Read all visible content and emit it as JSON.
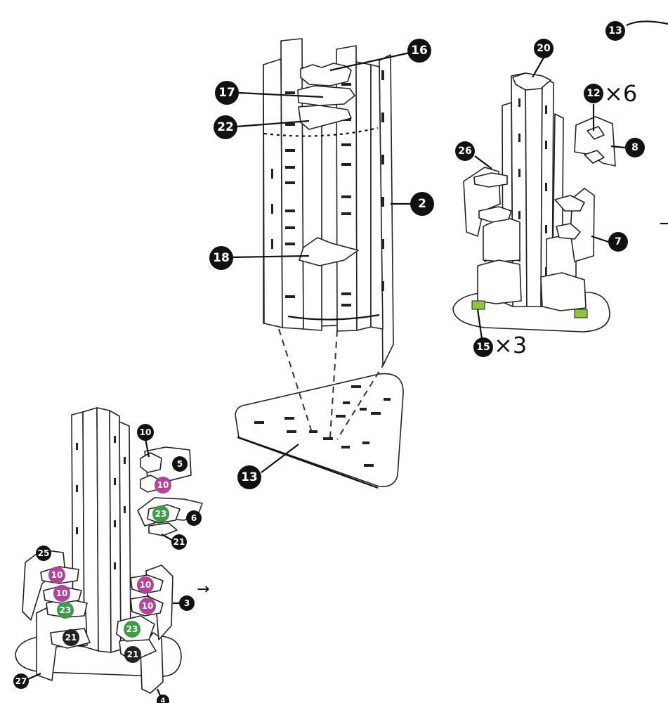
{
  "labels": {
    "p2": "2",
    "p3": "3",
    "p4": "4",
    "p5": "5",
    "p6": "6",
    "p7": "7",
    "p8": "8",
    "p10": "10",
    "p12": "12",
    "p13": "13",
    "p15": "15",
    "p16": "16",
    "p17": "17",
    "p18": "18",
    "p20": "20",
    "p21": "21",
    "p22": "22",
    "p23": "23",
    "p25": "25",
    "p26": "26",
    "p27": "27"
  },
  "multipliers": {
    "x6": "×6",
    "x3": "×3"
  },
  "arrows": {
    "next": "→"
  },
  "colors": {
    "light_blue": "#a9d3ea",
    "orange": "#f19a4b",
    "light_green": "#8cc63f",
    "dark_green": "#3f9b48",
    "purple": "#7b68c8",
    "maroon": "#9c2b3c",
    "magenta": "#b4449a",
    "teal": "#38a1c6",
    "cream": "#f1f1a0",
    "coral": "#ec7c4f",
    "blue": "#2f76cc",
    "yellow_green": "#c9e57c"
  }
}
